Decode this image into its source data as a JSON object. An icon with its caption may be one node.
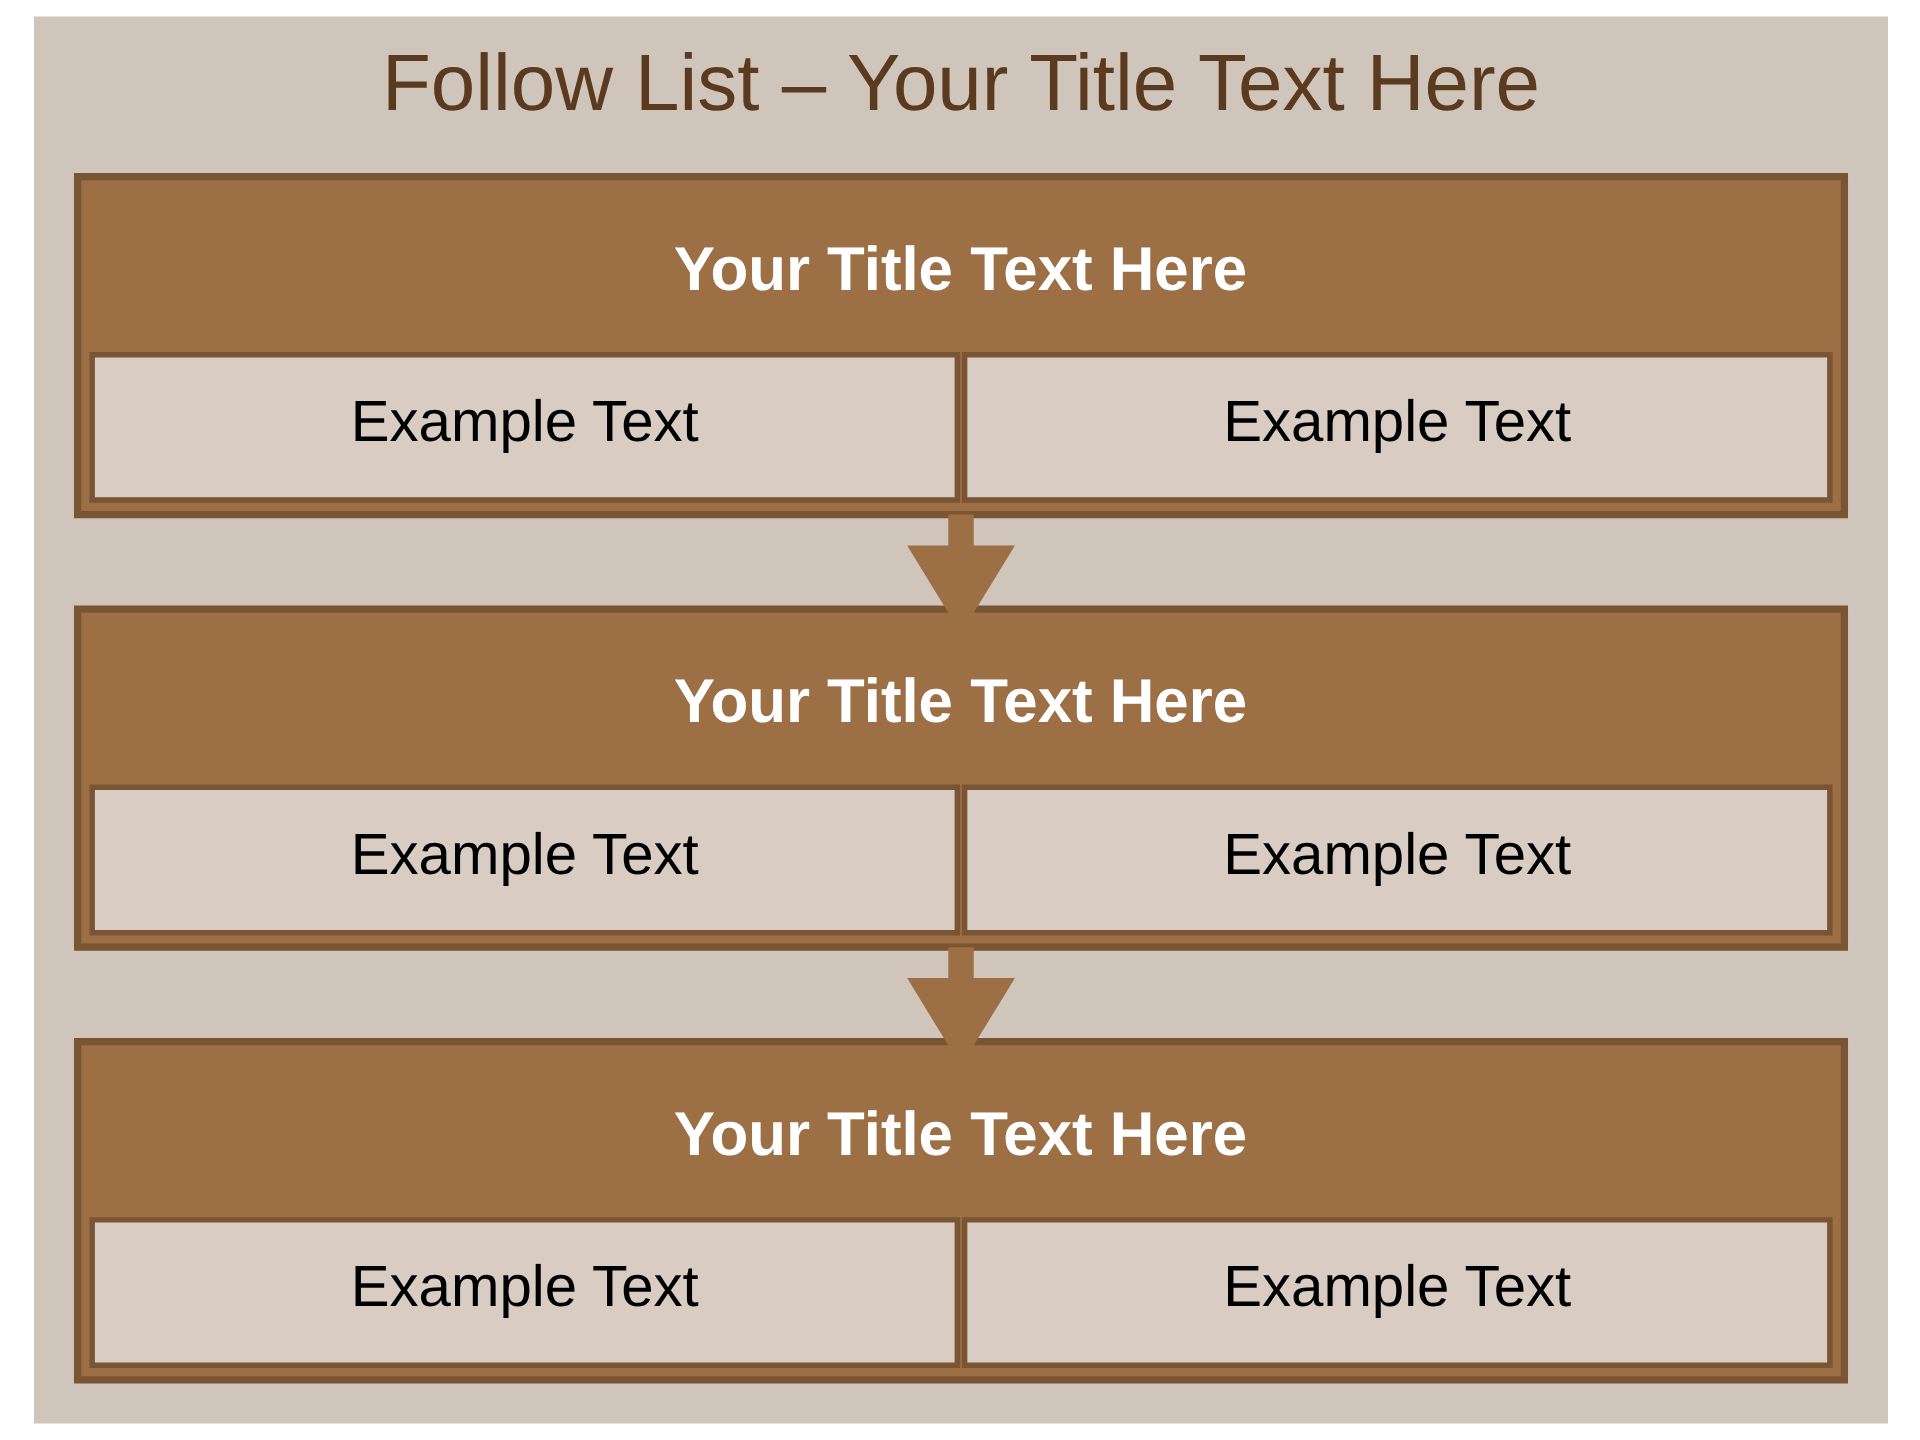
{
  "diagram": {
    "title": "Follow List – Your Title Text Here",
    "nodes": [
      {
        "text": [
          "Your Title Text Here"
        ]
      },
      {
        "text": [
          "Example Text"
        ],
        "in": 0
      },
      {
        "text": [
          "Example Text"
        ],
        "in": 0
      },
      {
        "text": [
          "Your Title Text Here"
        ]
      },
      {
        "text": [
          "Example Text"
        ],
        "in": 3
      },
      {
        "text": [
          "Example Text"
        ],
        "in": 3
      },
      {
        "text": [
          "Your Title Text Here"
        ]
      },
      {
        "text": [
          "Example Text"
        ],
        "in": 6
      },
      {
        "text": [
          "Example Text"
        ],
        "in": 6
      }
    ],
    "edges": [
      {
        "from": 0,
        "to": 3,
        "arrow": "to"
      },
      {
        "from": 3,
        "to": 6,
        "arrow": "to"
      }
    ]
  }
}
